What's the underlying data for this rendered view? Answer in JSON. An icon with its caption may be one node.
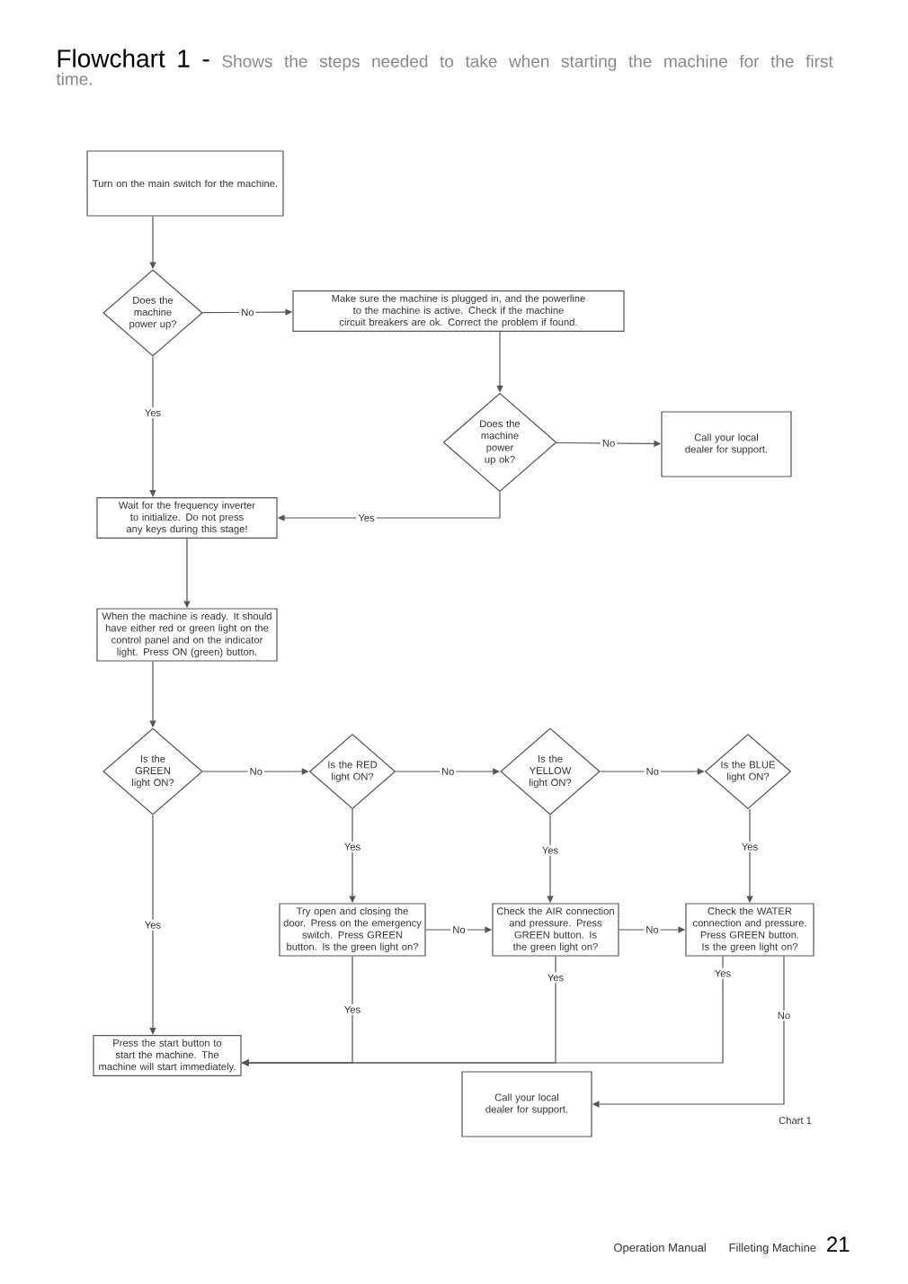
{
  "diagram": {
    "title": "Flowchart 1 -",
    "caption": "Shows the steps needed to take when starting the machine for the first time.",
    "nodes": [
      {
        "text": [
          "Turn on the main switch for the machine."
        ]
      },
      {
        "text": [
          "Does the machine power up?"
        ]
      },
      {
        "text": [
          "Make sure the machine is plugged in, and the powerline to the machine is active. Check if the machine circuit breakers are ok. Correct the problem if found."
        ]
      },
      {
        "text": [
          "Does the machine power up ok?"
        ]
      },
      {
        "text": [
          "Call your local dealer for support."
        ]
      },
      {
        "text": [
          "Wait for the frequency inverter to initialize. Do not press any keys during this stage!"
        ]
      },
      {
        "text": [
          "When the machine is ready. It should have either red or green light on the control panel and on the indicator light. Press ON (green) button."
        ]
      },
      {
        "text": [
          "Is the GREEN light ON?"
        ]
      },
      {
        "text": [
          "Is the RED light ON?"
        ]
      },
      {
        "text": [
          "Is the YELLOW light ON?"
        ]
      },
      {
        "text": [
          "Is the BLUE light ON?"
        ]
      },
      {
        "text": [
          "Try open and closing the door. Press on the emergency switch. Press GREEN button. Is the green light on?"
        ]
      },
      {
        "text": [
          "Check the AIR connection and pressure. Press GREEN button. Is the green light on?"
        ]
      },
      {
        "text": [
          "Check the WATER connection and pressure. Press GREEN button. Is the green light on?"
        ]
      },
      {
        "text": [
          "Press the start button to start the machine. The machine will start immediately."
        ]
      },
      {
        "text": [
          "Call your local dealer for support."
        ]
      }
    ],
    "edges": [
      {
        "from": 0,
        "to": 1,
        "arrow": "to"
      },
      {
        "from": 1,
        "to": 2,
        "arrow": "to",
        "label": "No"
      },
      {
        "from": 1,
        "to": 5,
        "arrow": "to",
        "label": "Yes"
      },
      {
        "from": 2,
        "to": 3,
        "arrow": "to"
      },
      {
        "from": 3,
        "to": 4,
        "arrow": "to",
        "label": "No"
      },
      {
        "from": 3,
        "to": 5,
        "arrow": "to",
        "label": "Yes"
      },
      {
        "from": 5,
        "to": 6,
        "arrow": "to"
      },
      {
        "from": 6,
        "to": 7,
        "arrow": "to"
      },
      {
        "from": 7,
        "to": 8,
        "arrow": "to",
        "label": "No"
      },
      {
        "from": 8,
        "to": 9,
        "arrow": "to",
        "label": "No"
      },
      {
        "from": 9,
        "to": 10,
        "arrow": "to",
        "label": "No"
      },
      {
        "from": 7,
        "to": 14,
        "arrow": "to",
        "label": "Yes"
      },
      {
        "from": 8,
        "to": 11,
        "arrow": "to",
        "label": "Yes"
      },
      {
        "from": 9,
        "to": 12,
        "arrow": "to",
        "label": "Yes"
      },
      {
        "from": 10,
        "to": 13,
        "arrow": "to",
        "label": "Yes"
      },
      {
        "from": 11,
        "to": 12,
        "arrow": "to",
        "label": "No"
      },
      {
        "from": 12,
        "to": 13,
        "arrow": "to",
        "label": "No"
      },
      {
        "from": 11,
        "to": 14,
        "arrow": "to",
        "label": "Yes"
      },
      {
        "from": 12,
        "to": 14,
        "arrow": "to",
        "label": "Yes"
      },
      {
        "from": 13,
        "to": 14,
        "arrow": "to",
        "label": "Yes"
      },
      {
        "from": 13,
        "to": 15,
        "arrow": "to",
        "label": "No"
      }
    ],
    "labels": [
      "Chart 1",
      "Operation Manual",
      "Filleting Machine",
      "21"
    ]
  }
}
